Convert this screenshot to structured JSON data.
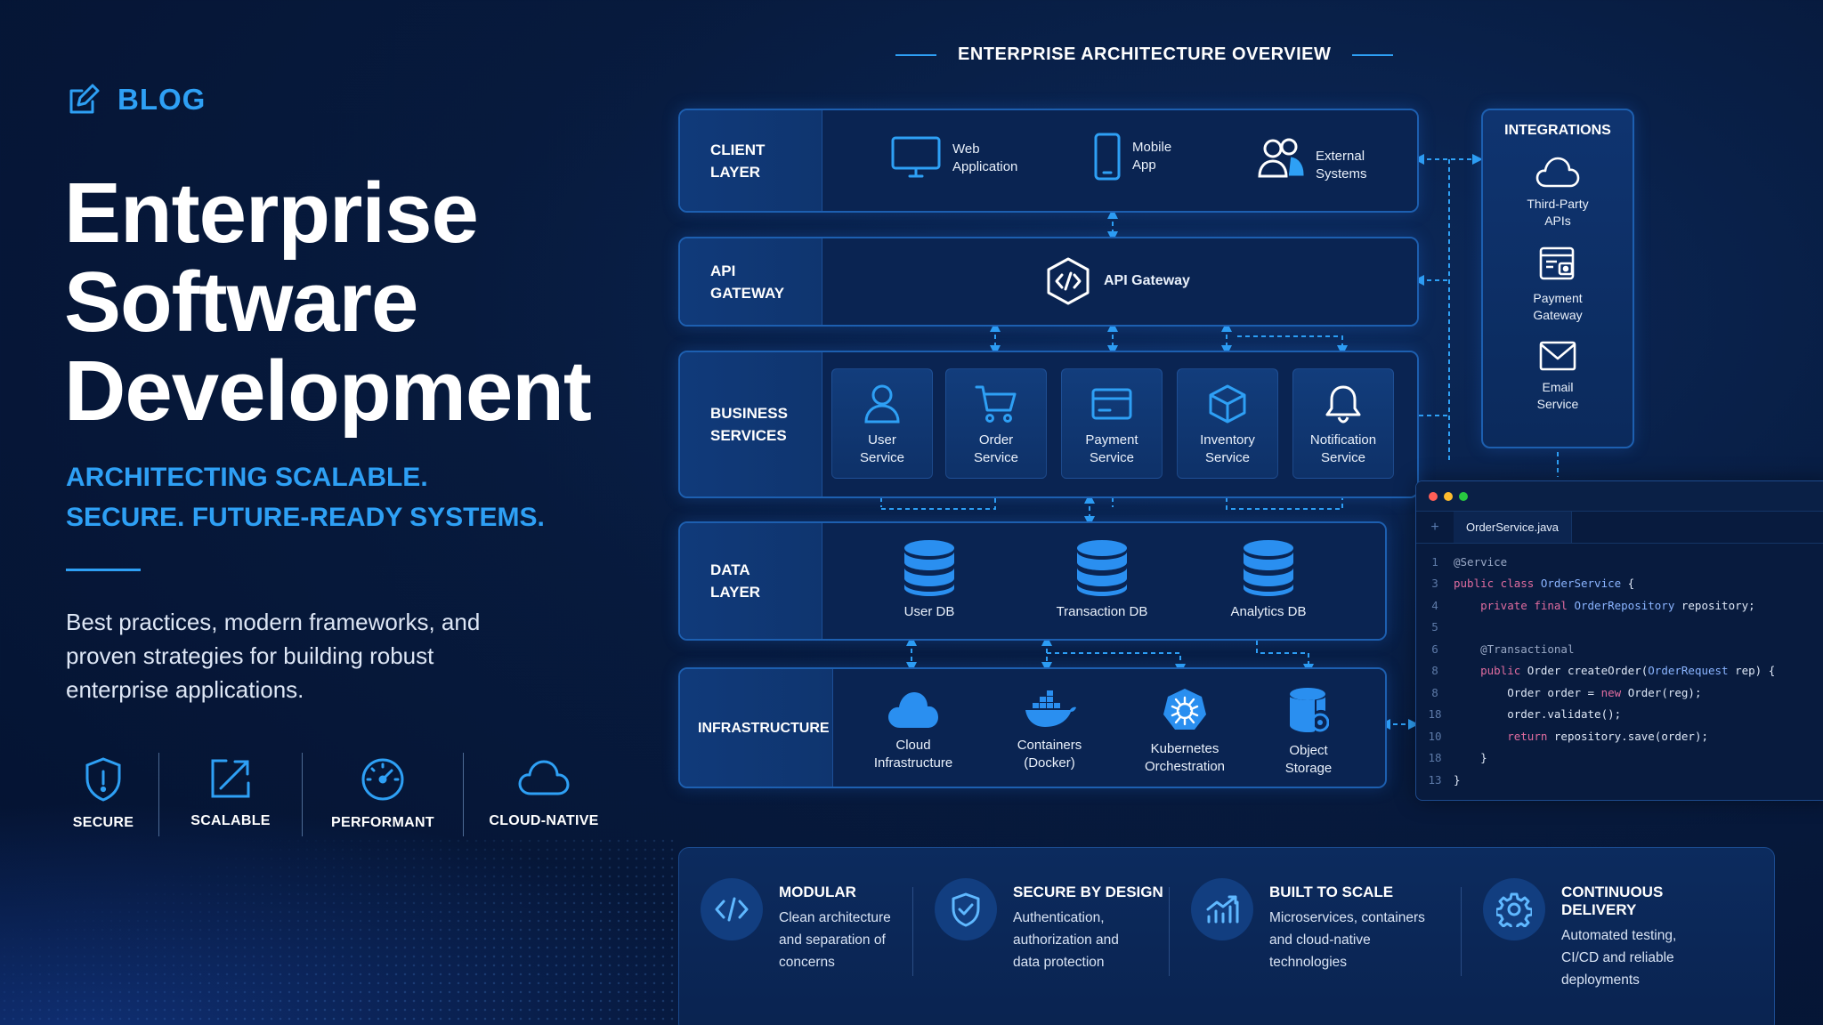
{
  "blog_label": "BLOG",
  "title_lines": [
    "Enterprise",
    "Software",
    "Development"
  ],
  "subtitle_lines": [
    "ARCHITECTING SCALABLE.",
    "SECURE. FUTURE-READY SYSTEMS."
  ],
  "lead": "Best practices, modern frameworks, and proven strategies for building robust enterprise applications.",
  "features": [
    {
      "label": "SECURE",
      "icon": "shield-icon"
    },
    {
      "label": "SCALABLE",
      "icon": "scale-arrow-icon"
    },
    {
      "label": "PERFORMANT",
      "icon": "gauge-icon"
    },
    {
      "label": "CLOUD-NATIVE",
      "icon": "cloud-icon"
    }
  ],
  "diagram": {
    "title": "ENTERPRISE ARCHITECTURE OVERVIEW",
    "client_layer": {
      "name": "CLIENT\nLAYER",
      "nodes": [
        {
          "label": "Web\nApplication",
          "icon": "monitor-icon"
        },
        {
          "label": "Mobile\nApp",
          "icon": "phone-icon"
        },
        {
          "label": "External\nSystems",
          "icon": "users-icon"
        }
      ]
    },
    "api_gateway": {
      "name": "API\nGATEWAY",
      "node": "API Gateway",
      "icon": "code-icon"
    },
    "business_services": {
      "name": "BUSINESS\nSERVICES",
      "services": [
        {
          "label": "User\nService",
          "icon": "user-icon"
        },
        {
          "label": "Order\nService",
          "icon": "cart-icon"
        },
        {
          "label": "Payment\nService",
          "icon": "card-icon"
        },
        {
          "label": "Inventory\nService",
          "icon": "box-icon"
        },
        {
          "label": "Notification\nService",
          "icon": "bell-icon"
        }
      ]
    },
    "data_layer": {
      "name": "DATA\nLAYER",
      "dbs": [
        {
          "label": "User DB",
          "icon": "database-icon"
        },
        {
          "label": "Transaction DB",
          "icon": "database-icon"
        },
        {
          "label": "Analytics DB",
          "icon": "database-icon"
        }
      ]
    },
    "infrastructure": {
      "name": "INFRASTRUCTURE",
      "items": [
        {
          "label": "Cloud\nInfrastructure",
          "icon": "cloud-solid-icon"
        },
        {
          "label": "Containers\n(Docker)",
          "icon": "docker-icon"
        },
        {
          "label": "Kubernetes\nOrchestration",
          "icon": "kubernetes-icon"
        },
        {
          "label": "Object\nStorage",
          "icon": "storage-icon"
        }
      ]
    },
    "integrations": {
      "title": "INTEGRATIONS",
      "items": [
        {
          "label": "Third-Party\nAPIs",
          "icon": "cloud-icon"
        },
        {
          "label": "Payment\nGateway",
          "icon": "payment-doc-icon"
        },
        {
          "label": "Email\nService",
          "icon": "mail-icon"
        }
      ]
    }
  },
  "code_window": {
    "filename": "OrderService.java",
    "lines": [
      {
        "n": "1",
        "parts": [
          [
            "an",
            "@Service"
          ]
        ]
      },
      {
        "n": "3",
        "parts": [
          [
            "kw",
            "public class "
          ],
          [
            "ty",
            "OrderService"
          ],
          [
            "src",
            " {"
          ]
        ]
      },
      {
        "n": "4",
        "parts": [
          [
            "src",
            "    "
          ],
          [
            "kw",
            "private final "
          ],
          [
            "ty",
            "OrderRepository"
          ],
          [
            "src",
            " repository;"
          ]
        ]
      },
      {
        "n": "5",
        "parts": [
          [
            "src",
            ""
          ]
        ]
      },
      {
        "n": "6",
        "parts": [
          [
            "src",
            "    "
          ],
          [
            "an",
            "@Transactional"
          ]
        ]
      },
      {
        "n": "8",
        "parts": [
          [
            "src",
            "    "
          ],
          [
            "kw",
            "public "
          ],
          [
            "src",
            "Order createOrder("
          ],
          [
            "ty",
            "OrderRequest"
          ],
          [
            "src",
            " rep) {"
          ]
        ]
      },
      {
        "n": "8",
        "parts": [
          [
            "src",
            "        Order order = "
          ],
          [
            "nw",
            "new "
          ],
          [
            "src",
            "Order(reg);"
          ]
        ]
      },
      {
        "n": "18",
        "parts": [
          [
            "src",
            "        order.validate();"
          ]
        ]
      },
      {
        "n": "10",
        "parts": [
          [
            "src",
            "        "
          ],
          [
            "kw",
            "return "
          ],
          [
            "src",
            "repository.save(order);"
          ]
        ]
      },
      {
        "n": "18",
        "parts": [
          [
            "src",
            "    }"
          ]
        ]
      },
      {
        "n": "13",
        "parts": [
          [
            "src",
            "}"
          ]
        ]
      }
    ]
  },
  "principles": [
    {
      "title": "MODULAR",
      "text": "Clean architecture\nand separation of\nconcerns",
      "icon": "code-icon"
    },
    {
      "title": "SECURE BY DESIGN",
      "text": "Authentication,\nauthorization and\ndata protection",
      "icon": "shield-check-icon"
    },
    {
      "title": "BUILT TO SCALE",
      "text": "Microservices, containers\nand cloud-native\ntechnologies",
      "icon": "chart-up-icon"
    },
    {
      "title": "CONTINUOUS DELIVERY",
      "text": "Automated testing,\nCI/CD and reliable\ndeployments",
      "icon": "gear-icon"
    }
  ],
  "colors": {
    "accent": "#2ea0f5",
    "background": "#071a3d",
    "panel": "#0f3470",
    "border": "#1d5fb0"
  }
}
